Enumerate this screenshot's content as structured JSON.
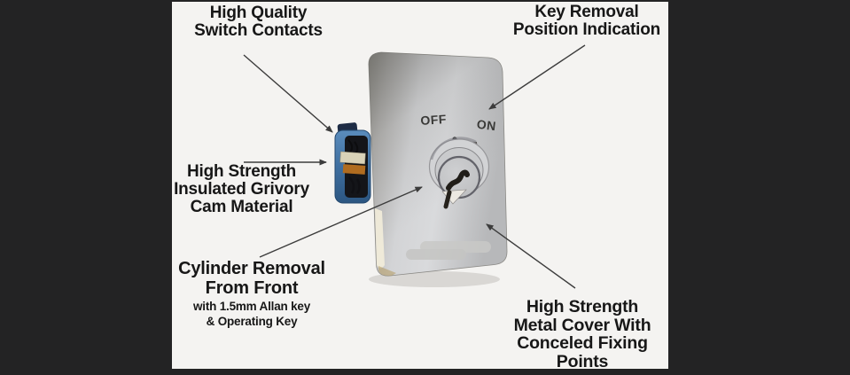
{
  "page": {
    "background_color": "#232324",
    "photo_background_color": "#f4f3f1",
    "label_text_color": "#171717",
    "arrow_color": "#3c3c3c"
  },
  "product": {
    "description": "key-operated switch with metal cover",
    "switch_face": {
      "off_label": "OFF",
      "on_label": "ON"
    },
    "colors": {
      "plate_silver": "#c9cacc",
      "body_blue": "#3f6fa0",
      "cam_orange": "#b06c20",
      "engraving_gray": "#55524e"
    }
  },
  "annotations": [
    {
      "id": "switch-contacts",
      "lines": [
        "High Quality",
        "Switch Contacts"
      ]
    },
    {
      "id": "key-removal-indication",
      "lines": [
        "Key Removal",
        "Position Indication"
      ]
    },
    {
      "id": "cam-material",
      "lines": [
        "High Strength",
        "Insulated Grivory",
        "Cam Material"
      ]
    },
    {
      "id": "cylinder-removal",
      "lines": [
        "Cylinder Removal",
        "From Front"
      ],
      "sublines": [
        "with 1.5mm Allan key",
        "& Operating Key"
      ]
    },
    {
      "id": "metal-cover",
      "lines": [
        "High Strength",
        "Metal Cover With",
        "Conceled Fixing",
        "Points"
      ]
    }
  ]
}
